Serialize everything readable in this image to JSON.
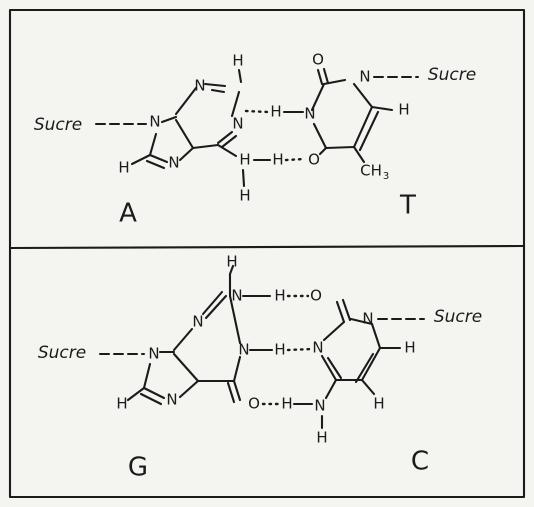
{
  "labels": {
    "sugar": "Sucre",
    "nitrogen": "N",
    "hydrogen": "H",
    "oxygen": "O",
    "methyl": "CH",
    "methyl_sub": "3"
  },
  "panels": [
    {
      "left_base": "A",
      "right_base": "T"
    },
    {
      "left_base": "G",
      "right_base": "C"
    }
  ],
  "colors": {
    "ink": "#1b1b1b",
    "paper": "#f4f4f1"
  }
}
